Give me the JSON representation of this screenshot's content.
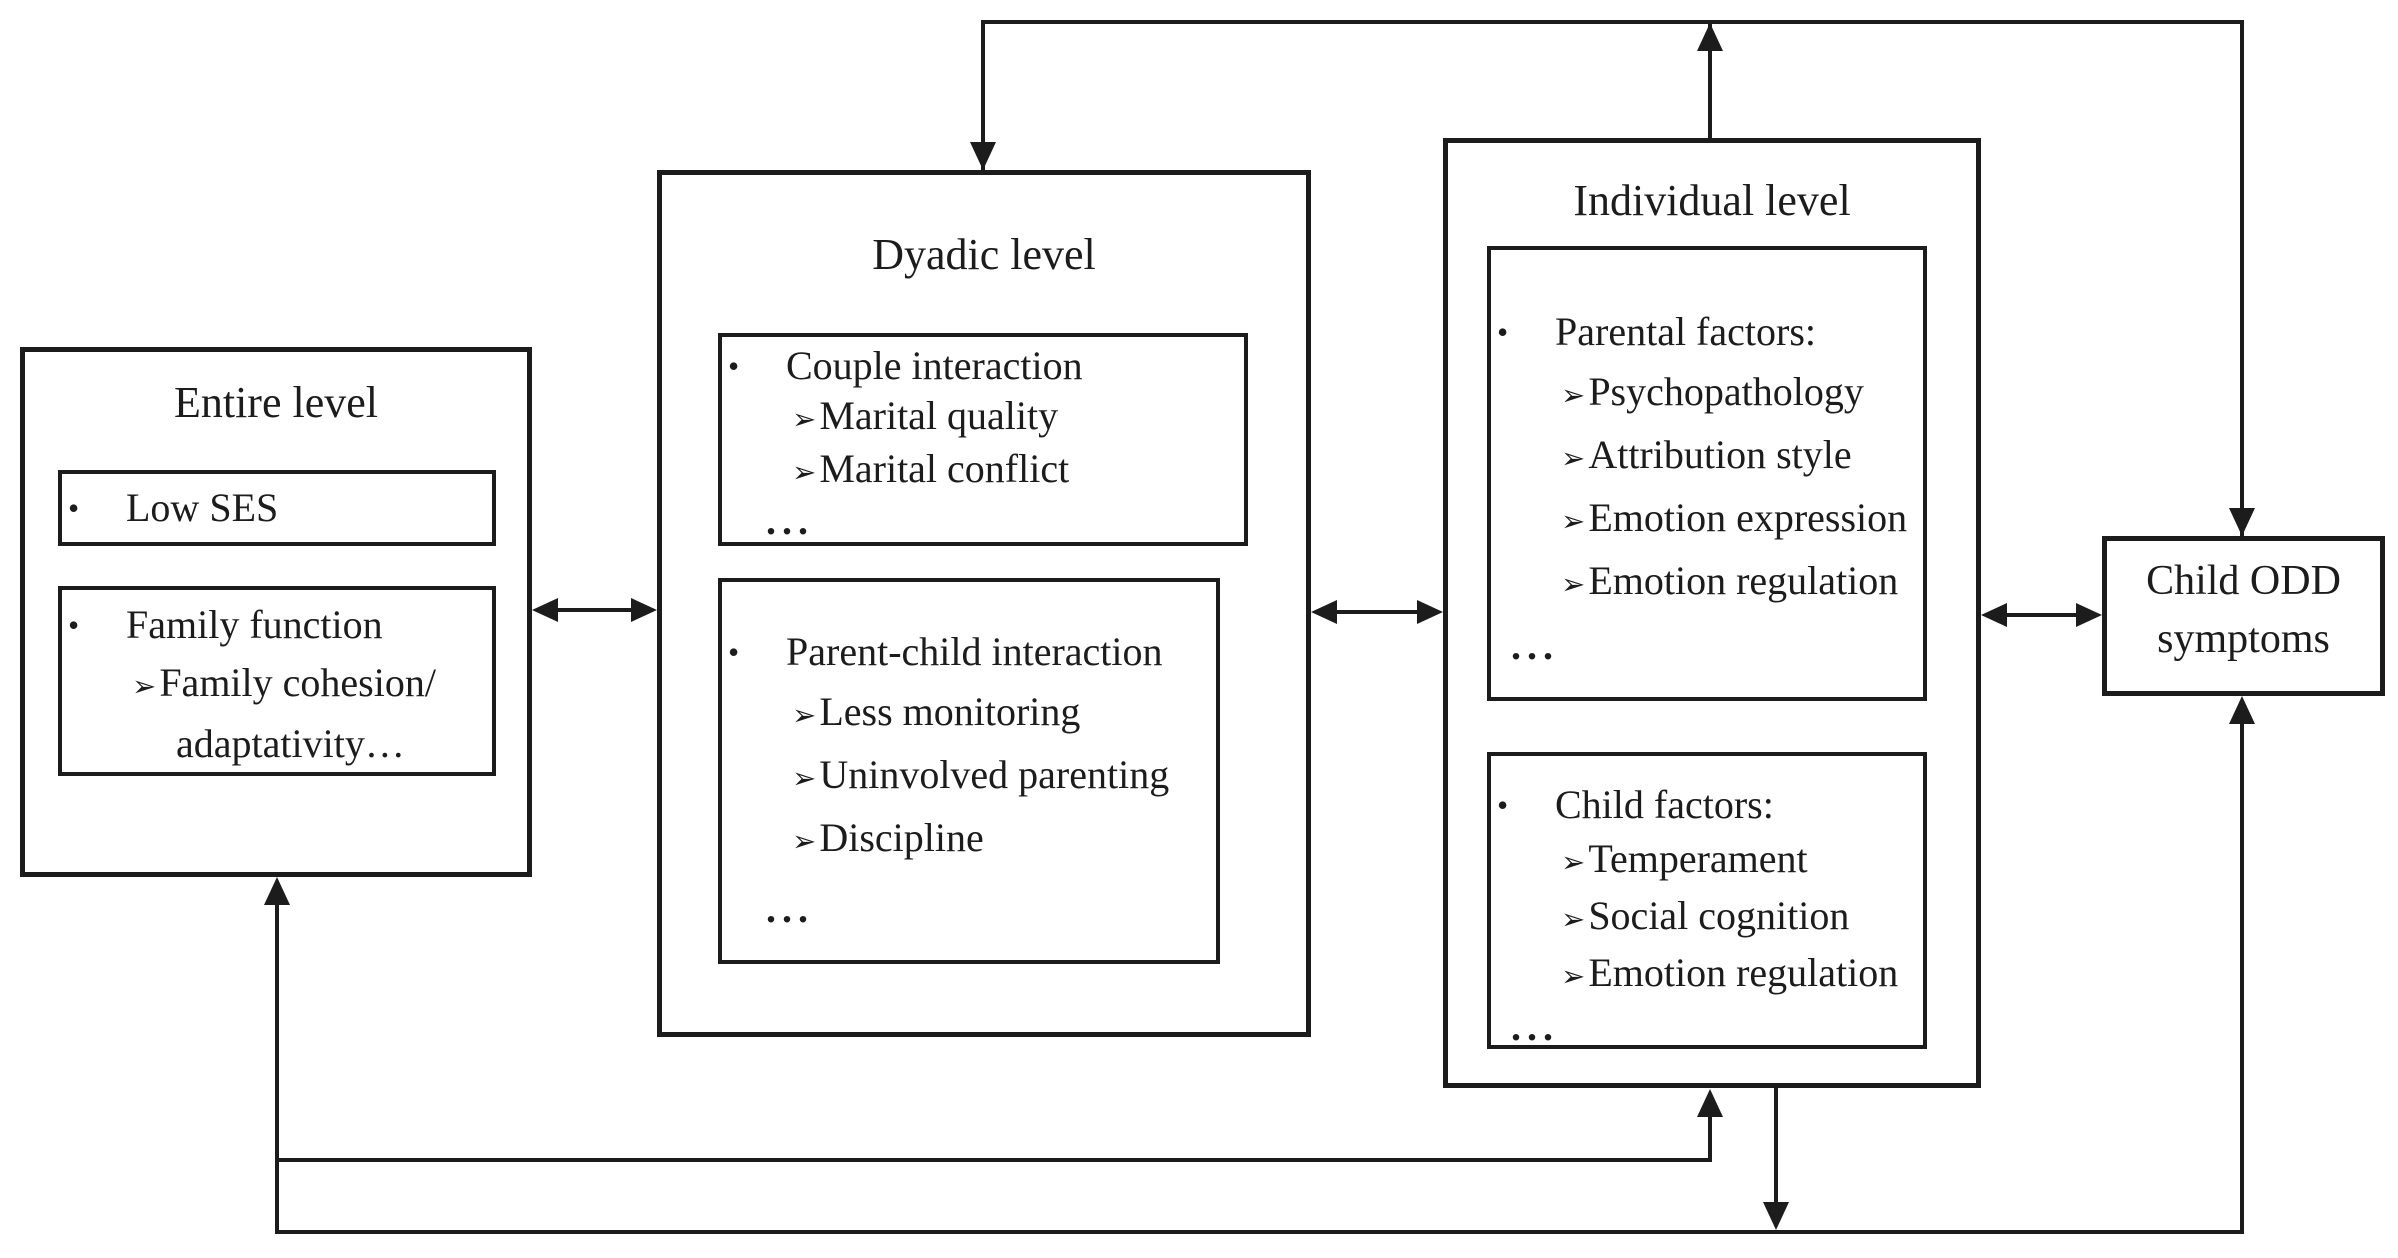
{
  "figure": {
    "background": "#ffffff",
    "stroke_color": "#1c1c1c",
    "description": "Hierarchical family-level model of child ODD symptoms"
  },
  "glyphs": {
    "bullet": "•",
    "item_arrow": "➢",
    "ellipsis": "..."
  },
  "entire_level": {
    "title": "Entire level",
    "low_ses_label": "Low SES",
    "family_function_label": "Family function",
    "family_cohesion_line": "Family cohesion/",
    "adaptativity_line": "adaptativity…"
  },
  "dyadic_level": {
    "title": "Dyadic level",
    "couple_interaction": {
      "label": "Couple interaction",
      "items": [
        "Marital quality",
        "Marital conflict"
      ]
    },
    "parent_child_interaction": {
      "label": "Parent-child interaction",
      "items": [
        "Less monitoring",
        "Uninvolved parenting",
        "Discipline"
      ]
    }
  },
  "individual_level": {
    "title": "Individual level",
    "parental_factors": {
      "label": "Parental factors:",
      "items": [
        "Psychopathology",
        "Attribution style",
        "Emotion expression",
        "Emotion regulation"
      ]
    },
    "child_factors": {
      "label": "Child factors:",
      "items": [
        "Temperament",
        "Social cognition",
        "Emotion regulation"
      ]
    }
  },
  "outcome": {
    "label_line1": "Child ODD",
    "label_line2": "symptoms"
  }
}
